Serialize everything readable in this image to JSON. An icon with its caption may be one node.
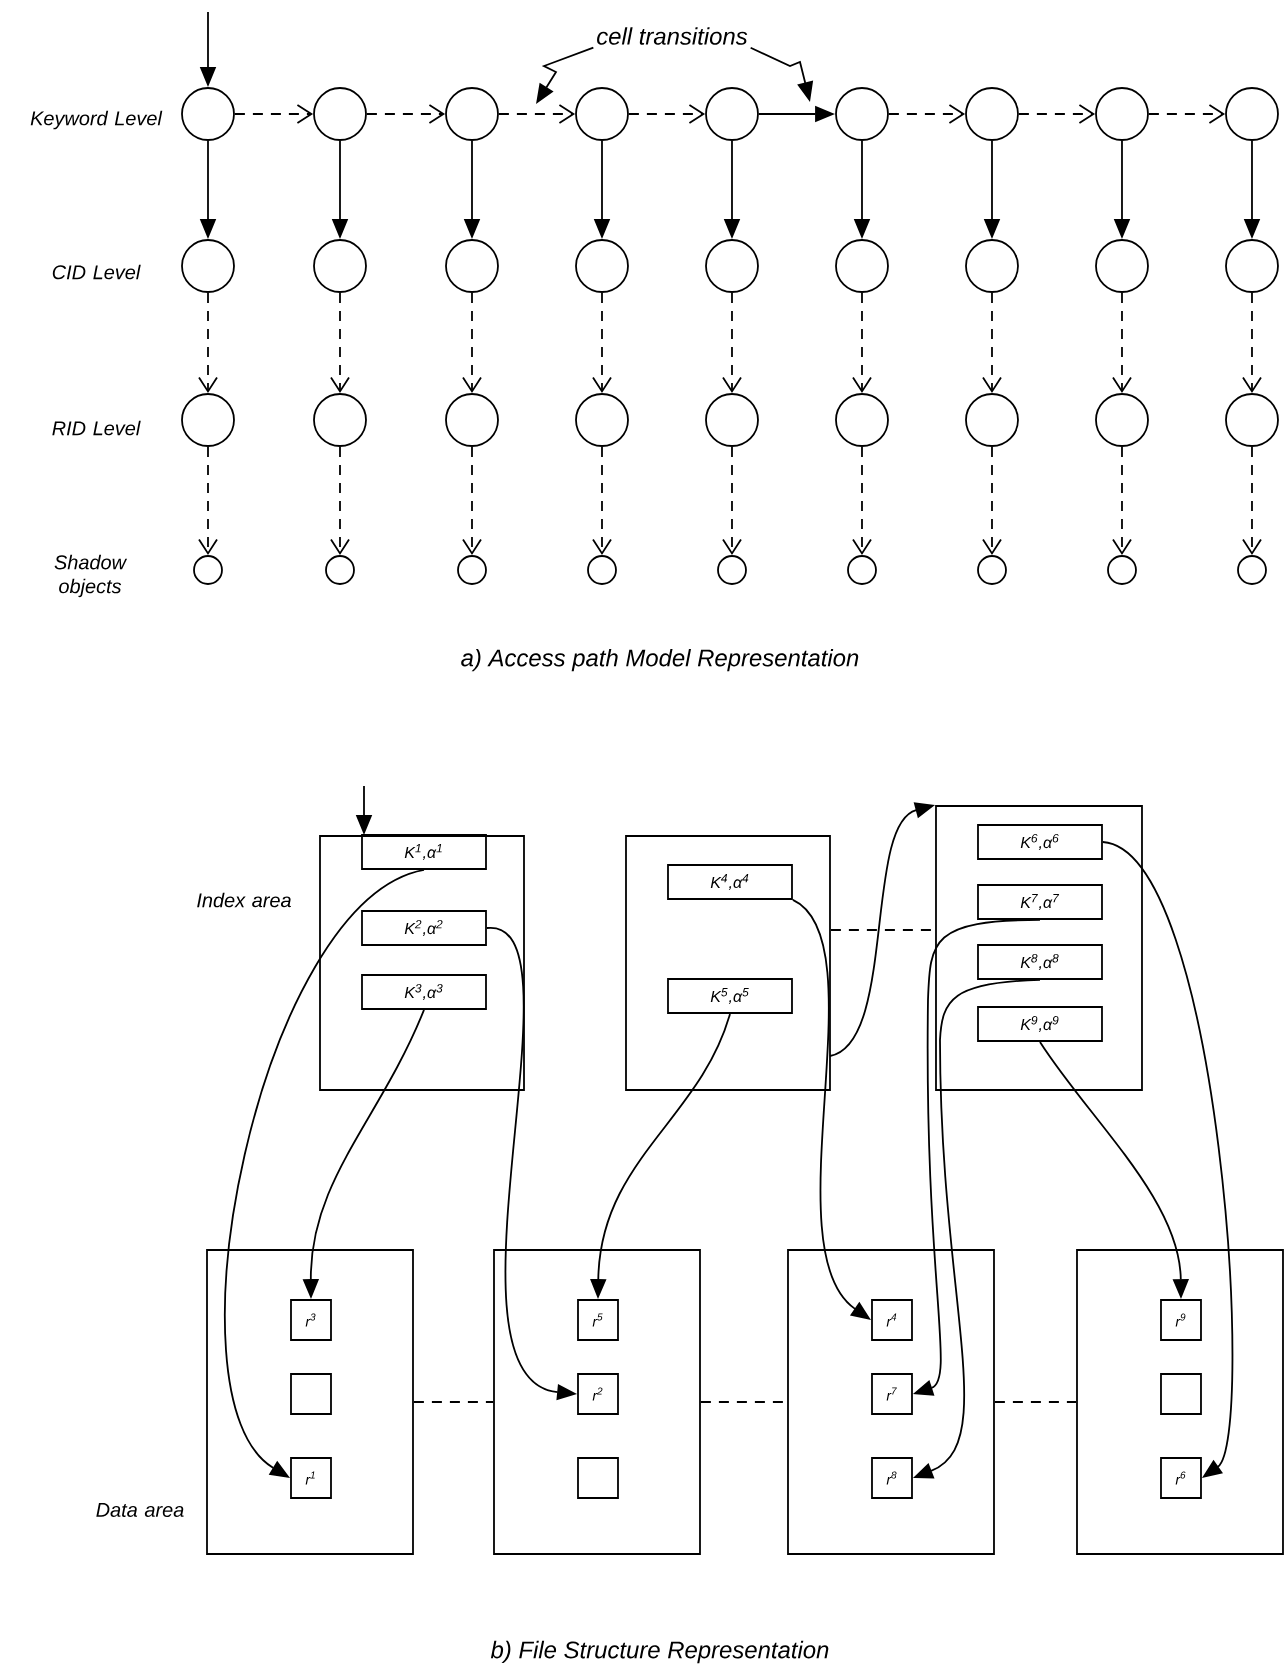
{
  "diagram": {
    "nodes": [
      {
        "text": [],
        "shape": "circle"
      },
      {
        "text": [],
        "shape": "circle"
      },
      {
        "text": [],
        "shape": "circle"
      },
      {
        "text": [],
        "shape": "circle"
      },
      {
        "text": [],
        "shape": "circle"
      },
      {
        "text": [],
        "shape": "circle"
      },
      {
        "text": [],
        "shape": "circle"
      },
      {
        "text": [],
        "shape": "circle"
      },
      {
        "text": [],
        "shape": "circle"
      },
      {
        "text": [],
        "shape": "circle"
      },
      {
        "text": [],
        "shape": "circle"
      },
      {
        "text": [],
        "shape": "circle"
      },
      {
        "text": [],
        "shape": "circle"
      },
      {
        "text": [],
        "shape": "circle"
      },
      {
        "text": [],
        "shape": "circle"
      },
      {
        "text": [],
        "shape": "circle"
      },
      {
        "text": [],
        "shape": "circle"
      },
      {
        "text": [],
        "shape": "circle"
      },
      {
        "text": [],
        "shape": "circle"
      },
      {
        "text": [],
        "shape": "circle"
      },
      {
        "text": [],
        "shape": "circle"
      },
      {
        "text": [],
        "shape": "circle"
      },
      {
        "text": [],
        "shape": "circle"
      },
      {
        "text": [],
        "shape": "circle"
      },
      {
        "text": [],
        "shape": "circle"
      },
      {
        "text": [],
        "shape": "circle"
      },
      {
        "text": [],
        "shape": "circle"
      },
      {
        "text": [],
        "shape": "circle"
      },
      {
        "text": [],
        "shape": "circle"
      },
      {
        "text": [],
        "shape": "circle"
      },
      {
        "text": [],
        "shape": "circle"
      },
      {
        "text": [],
        "shape": "circle"
      },
      {
        "text": [],
        "shape": "circle"
      },
      {
        "text": [],
        "shape": "circle"
      },
      {
        "text": [],
        "shape": "circle"
      },
      {
        "text": [],
        "shape": "circle"
      },
      {
        "text": [
          "cell transitions"
        ]
      },
      {
        "text": [],
        "shape": "box"
      },
      {
        "text": [
          "K$^{1}$,α$^{1}$"
        ],
        "in": 37
      },
      {
        "text": [
          "K$^{2}$,α$^{2}$"
        ],
        "in": 37
      },
      {
        "text": [
          "K$^{3}$,α$^{3}$"
        ],
        "in": 37
      },
      {
        "text": [],
        "shape": "box"
      },
      {
        "text": [
          "K$^{4}$,α$^{4}$"
        ],
        "in": 41
      },
      {
        "text": [
          "K$^{5}$,α$^{5}$"
        ],
        "in": 41
      },
      {
        "text": [],
        "shape": "box"
      },
      {
        "text": [
          "K$^{6}$,α$^{6}$"
        ],
        "in": 44
      },
      {
        "text": [
          "K$^{7}$,α$^{7}$"
        ],
        "in": 44
      },
      {
        "text": [
          "K$^{8}$,α$^{8}$"
        ],
        "in": 44
      },
      {
        "text": [
          "K$^{9}$,α$^{9}$"
        ],
        "in": 44
      },
      {
        "text": [],
        "shape": "box"
      },
      {
        "text": [
          "r$^{3}$"
        ],
        "in": 49
      },
      {
        "text": [],
        "shape": "box",
        "in": 49
      },
      {
        "text": [
          "r$^{1}$"
        ],
        "in": 49
      },
      {
        "text": [],
        "shape": "box"
      },
      {
        "text": [
          "r$^{5}$"
        ],
        "in": 53
      },
      {
        "text": [
          "r$^{2}$"
        ],
        "in": 53
      },
      {
        "text": [],
        "shape": "box",
        "in": 53
      },
      {
        "text": [],
        "shape": "box"
      },
      {
        "text": [
          "r$^{4}$"
        ],
        "in": 57
      },
      {
        "text": [
          "r$^{7}$"
        ],
        "in": 57
      },
      {
        "text": [
          "r$^{8}$"
        ],
        "in": 57
      },
      {
        "text": [],
        "shape": "box"
      },
      {
        "text": [
          "r$^{9}$"
        ],
        "in": 61
      },
      {
        "text": [],
        "shape": "box",
        "in": 61
      },
      {
        "text": [
          "r$^{6}$"
        ],
        "in": 61
      }
    ],
    "edges": [
      {
        "from": null,
        "to": 0,
        "arrow": "to"
      },
      {
        "from": 0,
        "to": 1,
        "arrow": "to",
        "style": "dashed"
      },
      {
        "from": 1,
        "to": 2,
        "arrow": "to",
        "style": "dashed"
      },
      {
        "from": 2,
        "to": 3,
        "arrow": "to",
        "style": "dashed"
      },
      {
        "from": 3,
        "to": 4,
        "arrow": "to",
        "style": "dashed"
      },
      {
        "from": 4,
        "to": 5,
        "arrow": "to"
      },
      {
        "from": 5,
        "to": 6,
        "arrow": "to",
        "style": "dashed"
      },
      {
        "from": 6,
        "to": 7,
        "arrow": "to",
        "style": "dashed"
      },
      {
        "from": 7,
        "to": 8,
        "arrow": "to",
        "style": "dashed"
      },
      {
        "from": 0,
        "to": 9,
        "arrow": "to"
      },
      {
        "from": 1,
        "to": 10,
        "arrow": "to"
      },
      {
        "from": 2,
        "to": 11,
        "arrow": "to"
      },
      {
        "from": 3,
        "to": 12,
        "arrow": "to"
      },
      {
        "from": 4,
        "to": 13,
        "arrow": "to"
      },
      {
        "from": 5,
        "to": 14,
        "arrow": "to"
      },
      {
        "from": 6,
        "to": 15,
        "arrow": "to"
      },
      {
        "from": 7,
        "to": 16,
        "arrow": "to"
      },
      {
        "from": 8,
        "to": 17,
        "arrow": "to"
      },
      {
        "from": 9,
        "to": 18,
        "arrow": "to",
        "style": "dashed"
      },
      {
        "from": 10,
        "to": 19,
        "arrow": "to",
        "style": "dashed"
      },
      {
        "from": 11,
        "to": 20,
        "arrow": "to",
        "style": "dashed"
      },
      {
        "from": 12,
        "to": 21,
        "arrow": "to",
        "style": "dashed"
      },
      {
        "from": 13,
        "to": 22,
        "arrow": "to",
        "style": "dashed"
      },
      {
        "from": 14,
        "to": 23,
        "arrow": "to",
        "style": "dashed"
      },
      {
        "from": 15,
        "to": 24,
        "arrow": "to",
        "style": "dashed"
      },
      {
        "from": 16,
        "to": 25,
        "arrow": "to",
        "style": "dashed"
      },
      {
        "from": 17,
        "to": 26,
        "arrow": "to",
        "style": "dashed"
      },
      {
        "from": 18,
        "to": 27,
        "arrow": "to",
        "style": "dashed"
      },
      {
        "from": 19,
        "to": 28,
        "arrow": "to",
        "style": "dashed"
      },
      {
        "from": 20,
        "to": 29,
        "arrow": "to",
        "style": "dashed"
      },
      {
        "from": 21,
        "to": 30,
        "arrow": "to",
        "style": "dashed"
      },
      {
        "from": 22,
        "to": 31,
        "arrow": "to",
        "style": "dashed"
      },
      {
        "from": 23,
        "to": 32,
        "arrow": "to",
        "style": "dashed"
      },
      {
        "from": 24,
        "to": 33,
        "arrow": "to",
        "style": "dashed"
      },
      {
        "from": 25,
        "to": 34,
        "arrow": "to",
        "style": "dashed"
      },
      {
        "from": 26,
        "to": 35,
        "arrow": "to",
        "style": "dashed"
      },
      {
        "from": 36,
        "to": null,
        "arrow": "to"
      },
      {
        "from": 36,
        "to": null,
        "arrow": "to"
      },
      {
        "from": null,
        "to": 37,
        "arrow": "to"
      },
      {
        "from": 38,
        "to": 52,
        "arrow": "to"
      },
      {
        "from": 39,
        "to": 55,
        "arrow": "to"
      },
      {
        "from": 40,
        "to": 50,
        "arrow": "to"
      },
      {
        "from": 42,
        "to": 58,
        "arrow": "to"
      },
      {
        "from": 43,
        "to": 54,
        "arrow": "to"
      },
      {
        "from": 41,
        "to": 44,
        "arrow": "to"
      },
      {
        "from": 45,
        "to": 64,
        "arrow": "to"
      },
      {
        "from": 46,
        "to": 59,
        "arrow": "to"
      },
      {
        "from": 47,
        "to": 60,
        "arrow": "to"
      },
      {
        "from": 48,
        "to": 62,
        "arrow": "to"
      },
      {
        "from": 41,
        "to": 44,
        "arrow": "none",
        "style": "dashed"
      },
      {
        "from": 49,
        "to": 53,
        "arrow": "none",
        "style": "dashed"
      },
      {
        "from": 53,
        "to": 57,
        "arrow": "none",
        "style": "dashed"
      },
      {
        "from": 57,
        "to": 61,
        "arrow": "none",
        "style": "dashed"
      }
    ],
    "labels": [
      "Keyword Level",
      "CID Level",
      "RID Level",
      "Shadow objects",
      "a) Access path Model Representation",
      "Index area",
      "Data area",
      "b) File Structure Representation"
    ]
  }
}
